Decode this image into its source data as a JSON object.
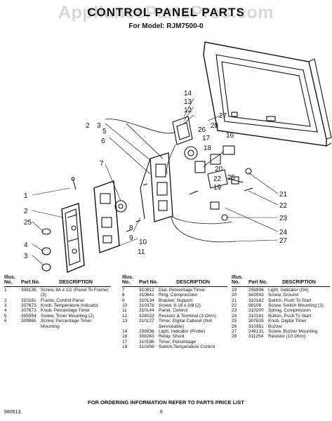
{
  "header": {
    "watermark": "AppliancePartsPros.com",
    "title": "CONTROL PANEL PARTS",
    "model": "For Model: RJM7500-0"
  },
  "callouts": [
    "14",
    "13",
    "12",
    "27",
    "5",
    "2",
    "3",
    "6",
    "28",
    "26",
    "17",
    "18",
    "16",
    "7",
    "20",
    "22",
    "19",
    "25",
    "21",
    "1",
    "2",
    "22",
    "25",
    "23",
    "8",
    "9",
    "24",
    "10",
    "4",
    "27",
    "11",
    "3"
  ],
  "table_headers": {
    "illus": "Illus. No.",
    "part": "Part No.",
    "description": "DESCRIPTION"
  },
  "parts_col1": [
    {
      "illus": "1",
      "part": "338136",
      "desc": "Screw, 8A x 1/2 (Panel To Frame) (3)"
    },
    {
      "illus": "2",
      "part": "310161",
      "desc": "Frame, Control Panel"
    },
    {
      "illus": "3",
      "part": "307673",
      "desc": "Knob, Temperature Indicator"
    },
    {
      "illus": "4",
      "part": "307673",
      "desc": "Knob, Percentage Timer"
    },
    {
      "illus": "5",
      "part": "335554",
      "desc": "Screw, Timer Mounting (2)"
    },
    {
      "illus": "6",
      "part": "309965",
      "desc": "Screw, Percentage Timer Mounting"
    }
  ],
  "parts_col2": [
    {
      "illus": "7",
      "part": "310812",
      "desc": "Dial, Percentage Timer"
    },
    {
      "illus": "8",
      "part": "310641",
      "desc": "Ring, Compression"
    },
    {
      "illus": "9",
      "part": "310134",
      "desc": "Bracket, Support"
    },
    {
      "illus": "10",
      "part": "310378",
      "desc": "Screw, 8-18 x 3/8 (2)"
    },
    {
      "illus": "11",
      "part": "310144",
      "desc": "Panel, Control"
    },
    {
      "illus": "12",
      "part": "328023",
      "desc": "Resistor & Terminal (3 Ohm)"
    },
    {
      "illus": "13",
      "part": "310127",
      "desc": "Timer, Digital Cabinet (Not Serviceable)"
    },
    {
      "illus": "14",
      "part": "256936",
      "desc": "Light, Indicator (Probe)"
    },
    {
      "illus": "16",
      "part": "308243",
      "desc": "Relay, Shunt"
    },
    {
      "illus": "17",
      "part": "310186",
      "desc": "Timer, Percentage"
    },
    {
      "illus": "18",
      "part": "310306",
      "desc": "Switch,Temperature Control"
    }
  ],
  "parts_col3": [
    {
      "illus": "19",
      "part": "256936",
      "desc": "Light, Indicator (On)"
    },
    {
      "illus": "20",
      "part": "342043",
      "desc": "Screw, Ground"
    },
    {
      "illus": "21",
      "part": "310162",
      "desc": "Switch, Push To Start"
    },
    {
      "illus": "22",
      "part": "98106",
      "desc": "Screw, Switch Mounting (2)"
    },
    {
      "illus": "23",
      "part": "310200",
      "desc": "Spring, Compression"
    },
    {
      "illus": "24",
      "part": "310161",
      "desc": "Button, Push To Start"
    },
    {
      "illus": "25",
      "part": "307615",
      "desc": "Knob, Digital Timer"
    },
    {
      "illus": "26",
      "part": "310351",
      "desc": "Buzzer"
    },
    {
      "illus": "27",
      "part": "246131",
      "desc": "Screw, Buzzer Mounting"
    },
    {
      "illus": "28",
      "part": "311254",
      "desc": "Resistor (10 Ohm)"
    }
  ],
  "footer": "FOR ORDERING INFORMATION REFER TO PARTS PRICE LIST",
  "doc_code": "980613",
  "page_number": "6"
}
